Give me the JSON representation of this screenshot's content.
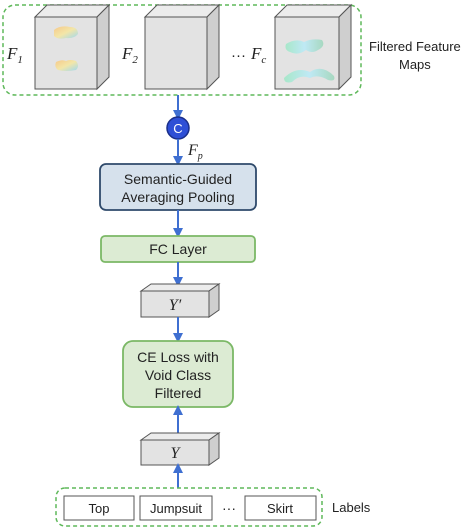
{
  "feature_maps": {
    "items": [
      {
        "name": "F",
        "subscript": "1"
      },
      {
        "name": "F",
        "subscript": "2"
      },
      {
        "name": "F",
        "subscript": "c"
      }
    ],
    "ellipsis": "···",
    "caption_line1": "Filtered Feature",
    "caption_line2": "Maps"
  },
  "concat": {
    "symbol": "C",
    "output_name": "F",
    "output_subscript": "p"
  },
  "pooling": {
    "line1": "Semantic-Guided",
    "line2": "Averaging Pooling"
  },
  "fc": {
    "label": "FC Layer"
  },
  "pred": {
    "label": "Y′"
  },
  "loss": {
    "line1": "CE Loss with",
    "line2": "Void Class",
    "line3": "Filtered"
  },
  "target": {
    "label": "Y"
  },
  "labels": {
    "items": [
      "Top",
      "Jumpsuit",
      "Skirt"
    ],
    "ellipsis": "···",
    "caption": "Labels"
  },
  "colors": {
    "arrow": "#3f6fd1",
    "dashed_border": "#5fb85a",
    "pool_fill": "#d6e1ec",
    "pool_border": "#2f4a6b",
    "green_fill": "#dcebd3",
    "green_border": "#7bb866",
    "concat_fill": "#2e4fd6"
  }
}
